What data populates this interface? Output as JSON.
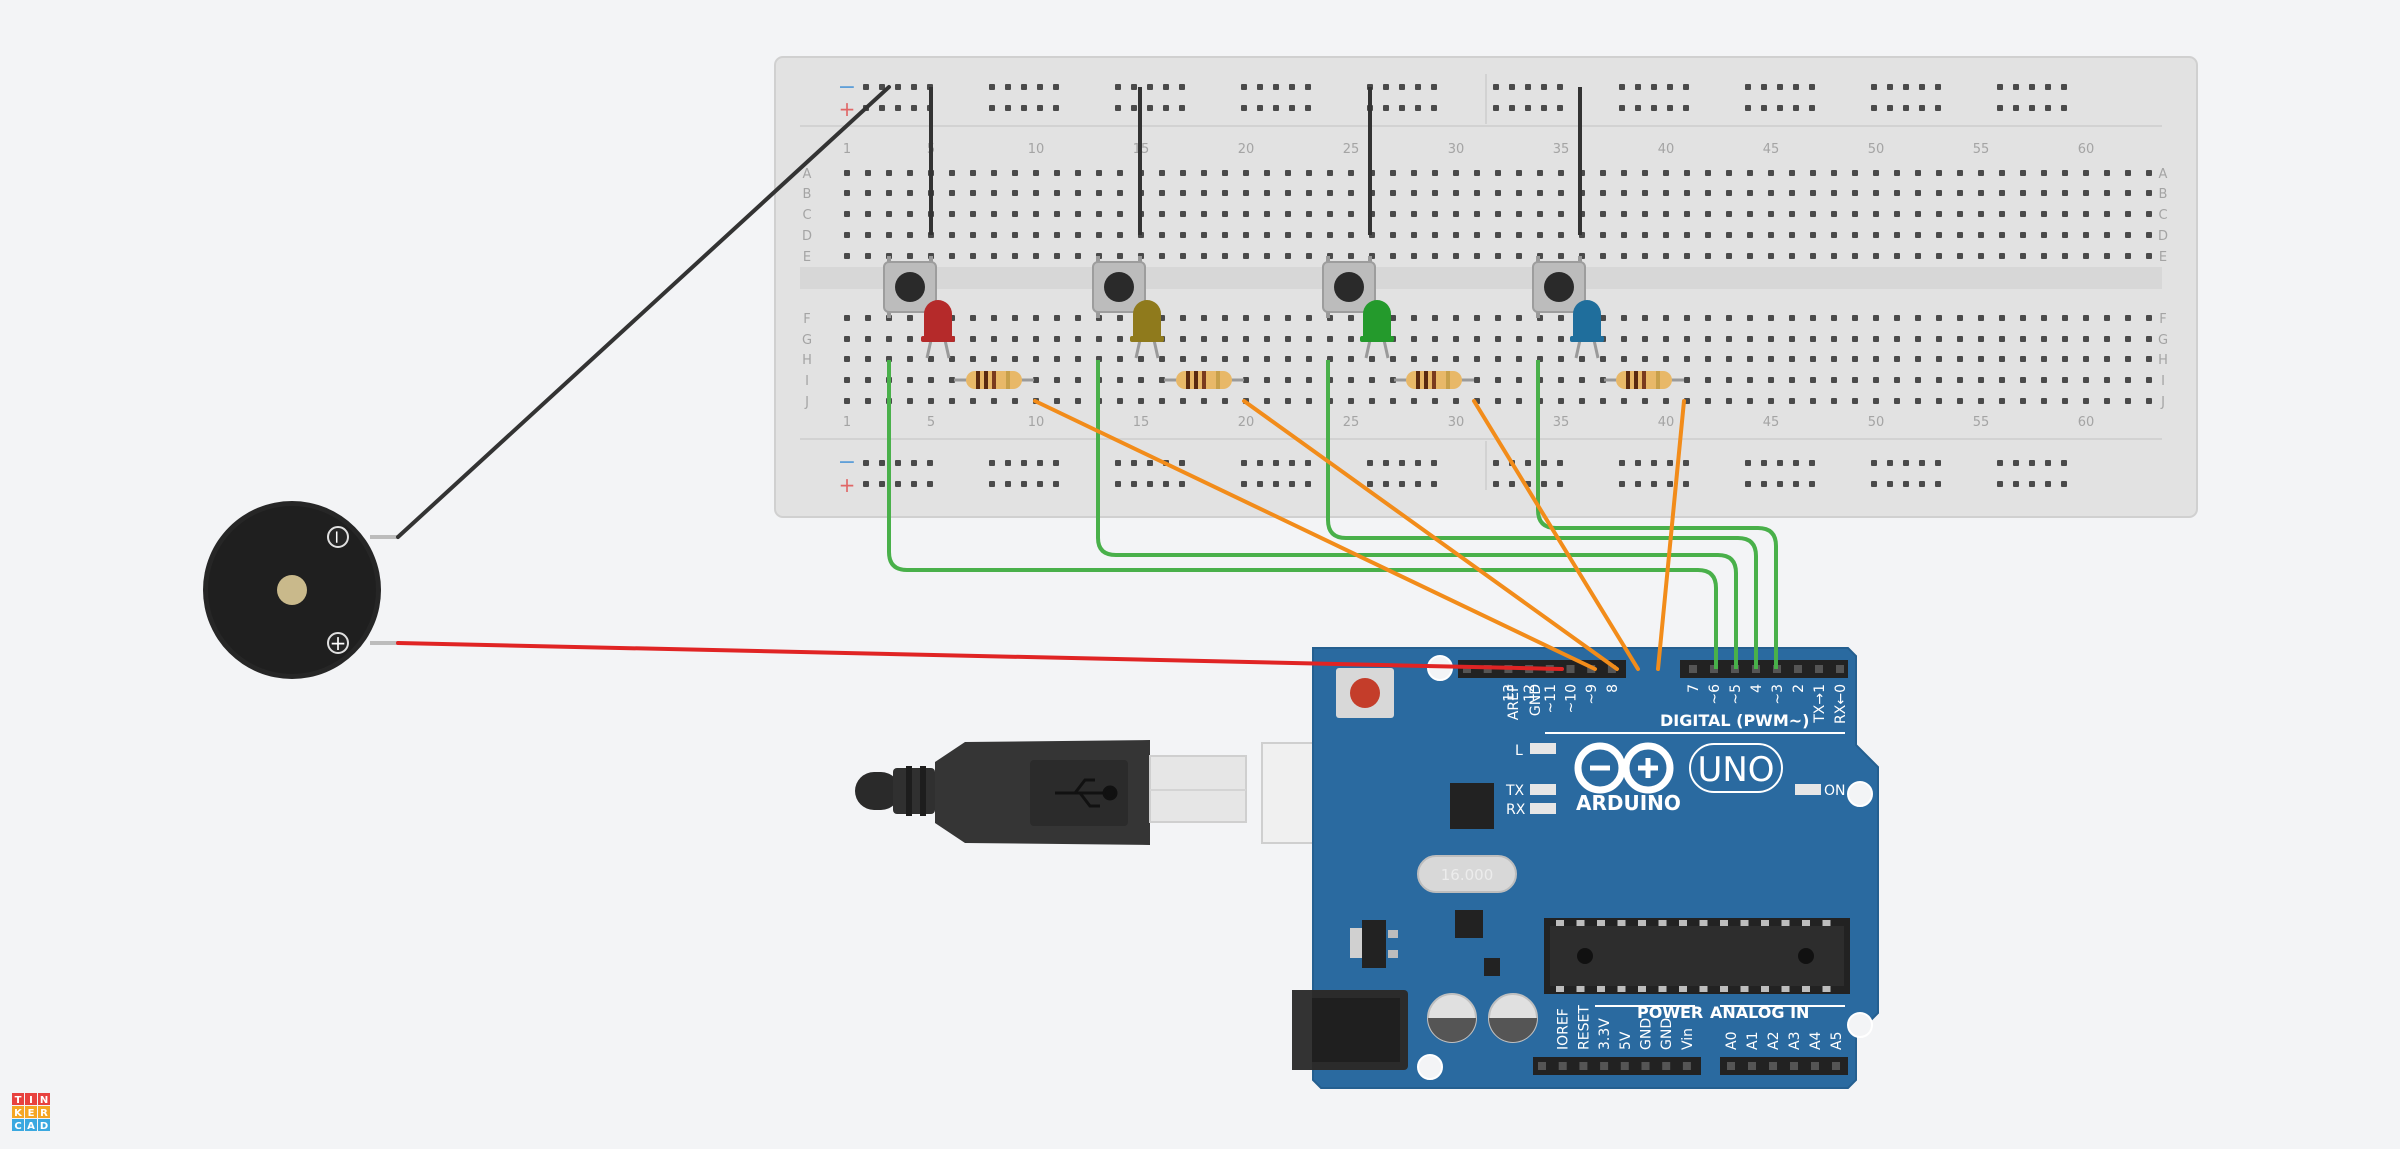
{
  "breadboard": {
    "columns": [
      "1",
      "5",
      "10",
      "15",
      "20",
      "25",
      "30",
      "35",
      "40",
      "45",
      "50",
      "55",
      "60"
    ],
    "rows": [
      "A",
      "B",
      "C",
      "D",
      "E",
      "F",
      "G",
      "H",
      "I",
      "J"
    ],
    "rail_minus": "−",
    "rail_plus": "+"
  },
  "buzzer": {
    "neg_symbol": "−",
    "pos_symbol": "+"
  },
  "arduino": {
    "brand": "ARDUINO",
    "model": "UNO",
    "digital_header": "DIGITAL (PWM~)",
    "top_pins": [
      "AREF",
      "GND",
      "13",
      "12",
      "~11",
      "~10",
      "~9",
      "8",
      "7",
      "~6",
      "~5",
      "4",
      "~3",
      "2",
      "TX→1",
      "RX←0"
    ],
    "led_l": "L",
    "led_tx": "TX",
    "led_rx": "RX",
    "led_on": "ON",
    "power_header": "POWER",
    "analog_header": "ANALOG IN",
    "power_pins": [
      "IOREF",
      "RESET",
      "3.3V",
      "5V",
      "GND",
      "GND",
      "Vin"
    ],
    "analog_pins": [
      "A0",
      "A1",
      "A2",
      "A3",
      "A4",
      "A5"
    ],
    "crystal": "16.000"
  },
  "logo": {
    "letters": [
      "T",
      "I",
      "N",
      "K",
      "E",
      "R",
      "C",
      "A",
      "D"
    ],
    "colors": [
      "#e8423f",
      "#e8423f",
      "#e8423f",
      "#f5a623",
      "#f5a623",
      "#f5a623",
      "#3aa8e0",
      "#3aa8e0",
      "#3aa8e0"
    ]
  },
  "colors": {
    "ground_wire": "#333333",
    "signal_wire_green": "#49b04a",
    "signal_wire_orange": "#f28c1a",
    "buzzer_wire": "#e02424",
    "arduino_board": "#2a6aa0",
    "led_red": "#b52a2a",
    "led_yellow": "#8f7a1c",
    "led_green": "#249a2c",
    "led_blue": "#1f6e9c"
  }
}
